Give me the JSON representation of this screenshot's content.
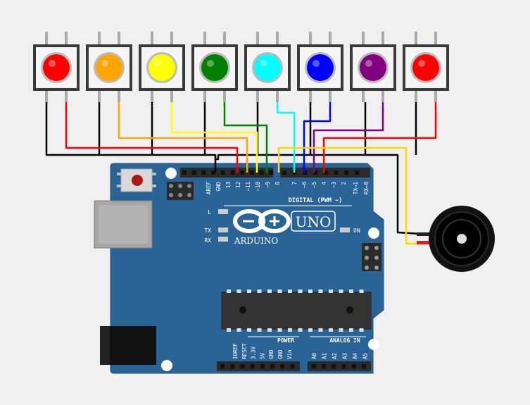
{
  "buttons": [
    {
      "color": "#ff0000"
    },
    {
      "color": "#ffa500"
    },
    {
      "color": "#ffff00"
    },
    {
      "color": "#008000"
    },
    {
      "color": "#00ffff"
    },
    {
      "color": "#0000ff"
    },
    {
      "color": "#800080"
    },
    {
      "color": "#ff0000"
    }
  ],
  "board": {
    "logo": "ARDUINO",
    "model": "UNO",
    "digital_label": "DIGITAL (PWM ~)",
    "power_label": "POWER",
    "analog_label": "ANALOG IN",
    "led_L": "L",
    "led_TX": "TX",
    "led_RX": "RX",
    "led_ON": "ON",
    "top_pins": [
      "AREF",
      "GND",
      "13",
      "12",
      "~11",
      "~10",
      "~9",
      "8",
      "7",
      "~6",
      "~5",
      "4",
      "~3",
      "2",
      "TX→1",
      "RX←0"
    ],
    "power_pins": [
      "IOREF",
      "RESET",
      "3.3V",
      "5V",
      "GND",
      "GND",
      "Vin"
    ],
    "analog_pins": [
      "A0",
      "A1",
      "A2",
      "A3",
      "A4",
      "A5"
    ]
  },
  "wire_colors": {
    "ground": "#000000",
    "buzzer_signal": "#ffd700"
  },
  "buzzer": {
    "icon": "buzzer-icon"
  }
}
